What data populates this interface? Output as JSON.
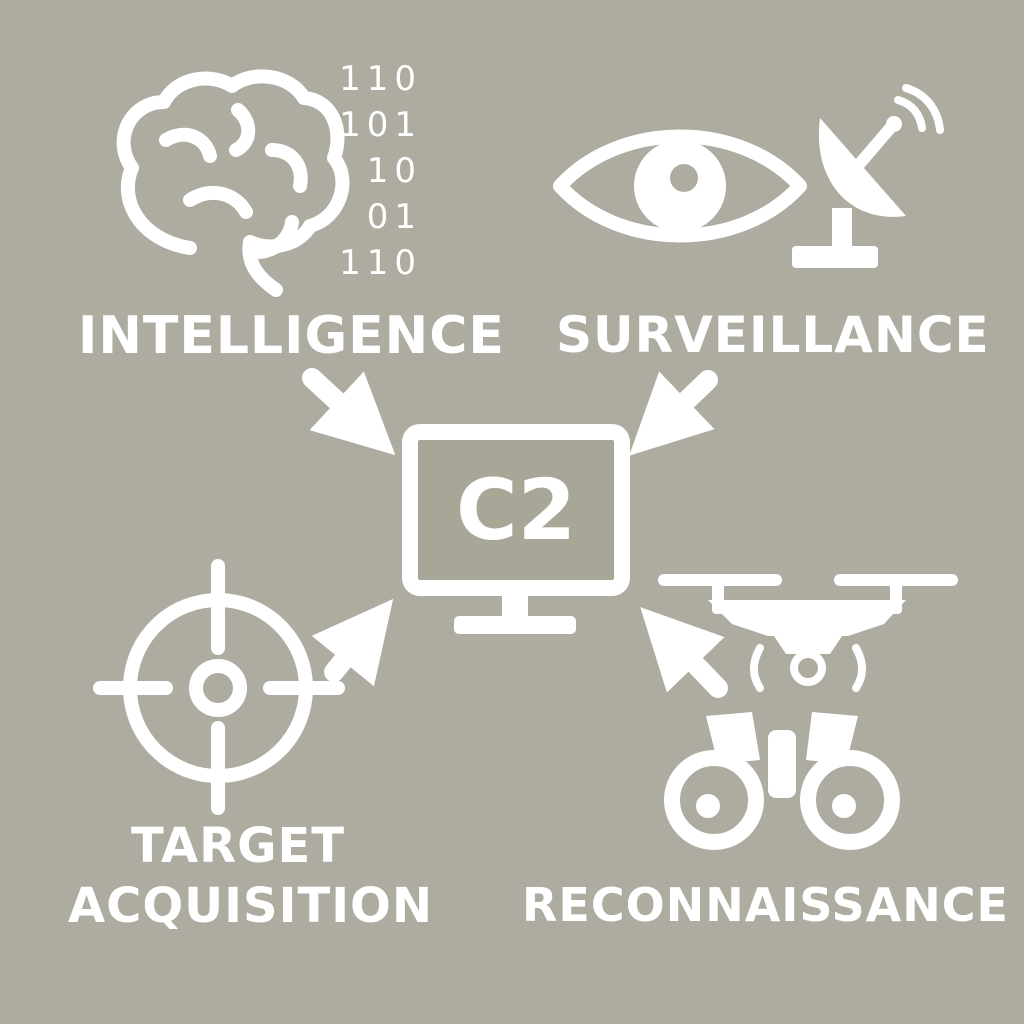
{
  "background_color": "#aeaca0",
  "foreground_color": "#ffffff",
  "center": {
    "label": "C2",
    "icon": "monitor-icon"
  },
  "nodes": [
    {
      "id": "intelligence",
      "label": "INTELLIGENCE",
      "icon": "brain-icon",
      "binary": [
        "110",
        "101",
        "10",
        "01",
        "110"
      ]
    },
    {
      "id": "surveillance",
      "label": "SURVEILLANCE",
      "icon": "eye-icon",
      "secondary_icon": "satellite-dish-icon"
    },
    {
      "id": "target",
      "label_lines": [
        "TARGET",
        "ACQUISITION"
      ],
      "icon": "crosshair-icon"
    },
    {
      "id": "reconnaissance",
      "label": "RECONNAISSANCE",
      "icon": "drone-icon",
      "secondary_icon": "binoculars-icon"
    }
  ]
}
